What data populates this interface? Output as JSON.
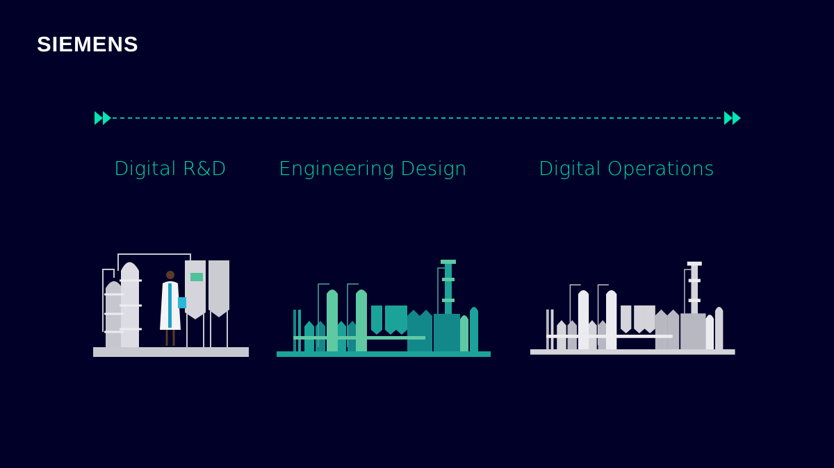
{
  "brand": {
    "logo_text": "SIEMENS"
  },
  "timeline": {
    "arrow_start_icon": "double-chevron-right",
    "arrow_end_icon": "double-chevron-right"
  },
  "stages": [
    {
      "label": "Digital R&D"
    },
    {
      "label": "Engineering Design"
    },
    {
      "label": "Digital Operations"
    }
  ],
  "colors": {
    "background": "#000028",
    "accent": "#00e6b4",
    "text": "#00d7a7",
    "teal": "#1ba39a",
    "grey": "#d4d4da"
  }
}
